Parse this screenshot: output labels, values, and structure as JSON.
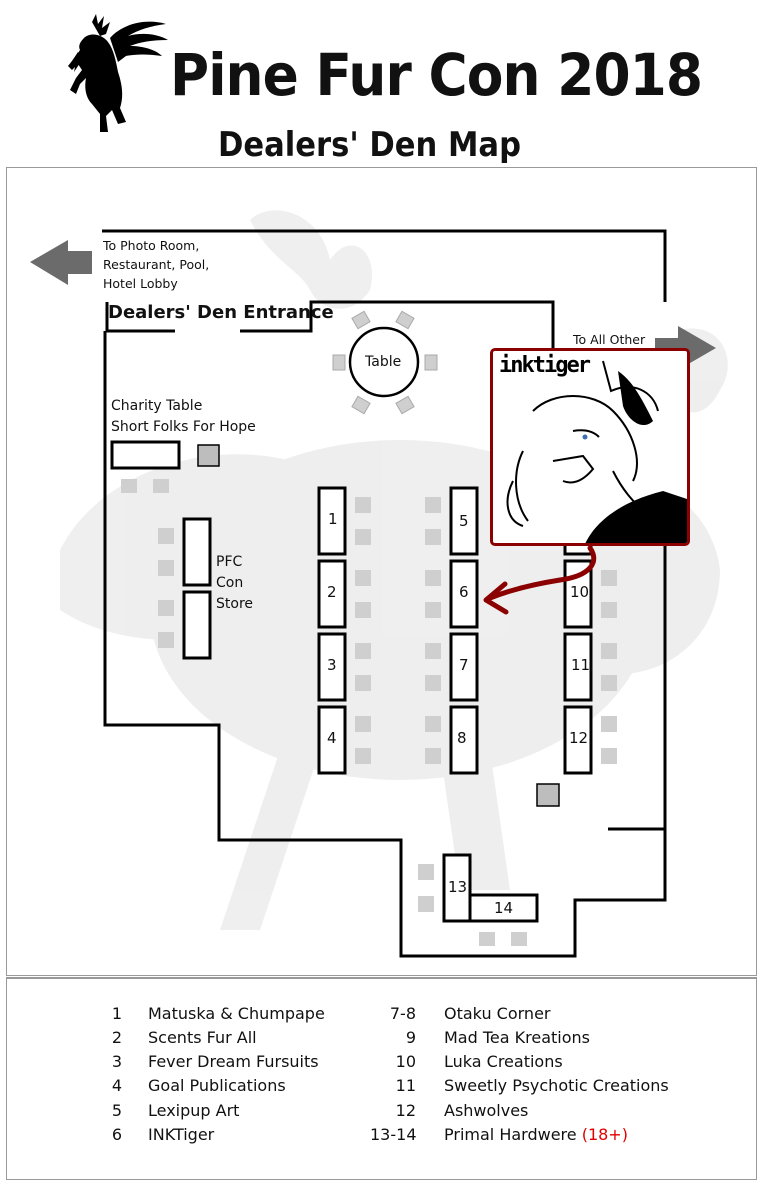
{
  "header": {
    "title": "Pine Fur Con 2018",
    "subtitle": "Dealers' Den Map",
    "logo": "rearing-winged-goat-logo"
  },
  "map": {
    "exit_left": {
      "text_lines": [
        "To Photo Room,",
        "Restaurant, Pool,",
        "Hotel Lobby"
      ],
      "icon": "arrow-left-icon"
    },
    "exit_right": {
      "text": "To All Other",
      "icon": "arrow-right-icon"
    },
    "entrance_label": "Dealers' Den Entrance",
    "round_table_label": "Table",
    "charity": {
      "line1": "Charity Table",
      "line2": "Short Folks For Hope"
    },
    "con_store": {
      "line1": "PFC",
      "line2": "Con",
      "line3": "Store"
    },
    "booths": [
      "1",
      "2",
      "3",
      "4",
      "5",
      "6",
      "7",
      "8",
      "10",
      "11",
      "12",
      "13",
      "14"
    ],
    "highlight": {
      "name": "inktiger",
      "points_to_booth": "6",
      "border_color": "#8b0000"
    }
  },
  "legend": {
    "left": [
      {
        "num": "1",
        "name": "Matuska & Chumpape"
      },
      {
        "num": "2",
        "name": "Scents Fur All"
      },
      {
        "num": "3",
        "name": "Fever Dream Fursuits"
      },
      {
        "num": "4",
        "name": "Goal Publications"
      },
      {
        "num": "5",
        "name": "Lexipup Art"
      },
      {
        "num": "6",
        "name": "INKTiger"
      }
    ],
    "right": [
      {
        "num": "7-8",
        "name": "Otaku Corner"
      },
      {
        "num": "9",
        "name": "Mad Tea Kreations"
      },
      {
        "num": "10",
        "name": "Luka Creations"
      },
      {
        "num": "11",
        "name": "Sweetly Psychotic Creations"
      },
      {
        "num": "12",
        "name": "Ashwolves"
      },
      {
        "num": "13-14",
        "name": "Primal Hardwere",
        "note": "(18+)"
      }
    ]
  },
  "colors": {
    "wall": "#000000",
    "chair": "#c8c8c8",
    "arrow": "#6b6b6b",
    "accent_red": "#8b0000",
    "note_red": "#e00000"
  }
}
